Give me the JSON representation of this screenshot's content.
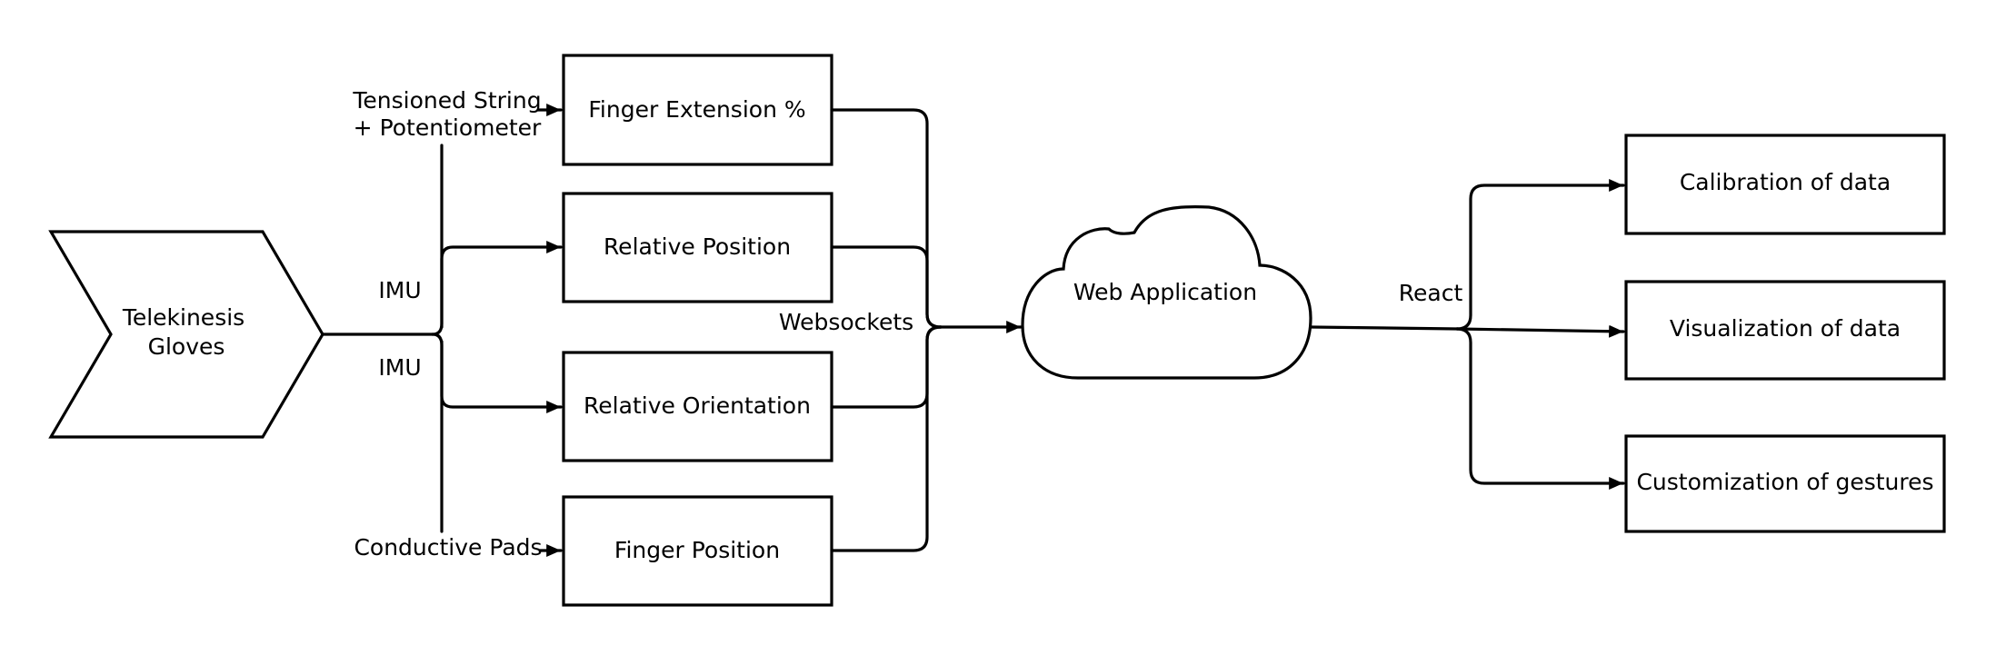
{
  "source": {
    "label_line1": "Telekinesis",
    "label_line2": "Gloves"
  },
  "sensors": {
    "tensioned_line1": "Tensioned String",
    "tensioned_line2": "+ Potentiometer",
    "imu_upper": "IMU",
    "imu_lower": "IMU",
    "conductive": "Conductive Pads"
  },
  "measurements": {
    "finger_extension": "Finger Extension %",
    "relative_position": "Relative Position",
    "relative_orientation": "Relative Orientation",
    "finger_position": "Finger Position"
  },
  "transport": {
    "websockets": "Websockets"
  },
  "hub": {
    "label": "Web Application"
  },
  "framework": {
    "react": "React"
  },
  "features": {
    "calibration": "Calibration of data",
    "visualization": "Visualization of data",
    "customization": "Customization of gestures"
  }
}
